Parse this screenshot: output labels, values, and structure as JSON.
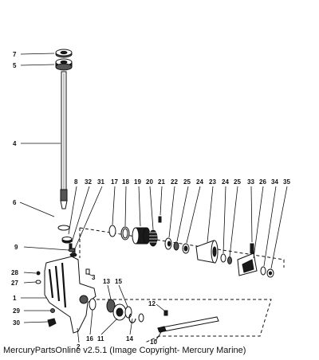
{
  "caption": "MercuryPartsOnline v2.5.1 (Image Copyright- Mercury Marine)",
  "labels": {
    "l7": "7",
    "l5": "5",
    "l4": "4",
    "l6": "6",
    "l8": "8",
    "l32": "32",
    "l31": "31",
    "l17": "17",
    "l18": "18",
    "l19": "19",
    "l20": "20",
    "l21": "21",
    "l22": "22",
    "l25a": "25",
    "l24a": "24",
    "l23": "23",
    "l24b": "24",
    "l25b": "25",
    "l33": "33",
    "l26": "26",
    "l34": "34",
    "l35": "35",
    "l9": "9",
    "l3": "3",
    "l28": "28",
    "l27": "27",
    "l1": "1",
    "l29": "29",
    "l30": "30",
    "l2": "2",
    "l13": "13",
    "l15": "15",
    "l16": "16",
    "l11": "11",
    "l14": "14",
    "l12": "12",
    "l10": "10"
  }
}
